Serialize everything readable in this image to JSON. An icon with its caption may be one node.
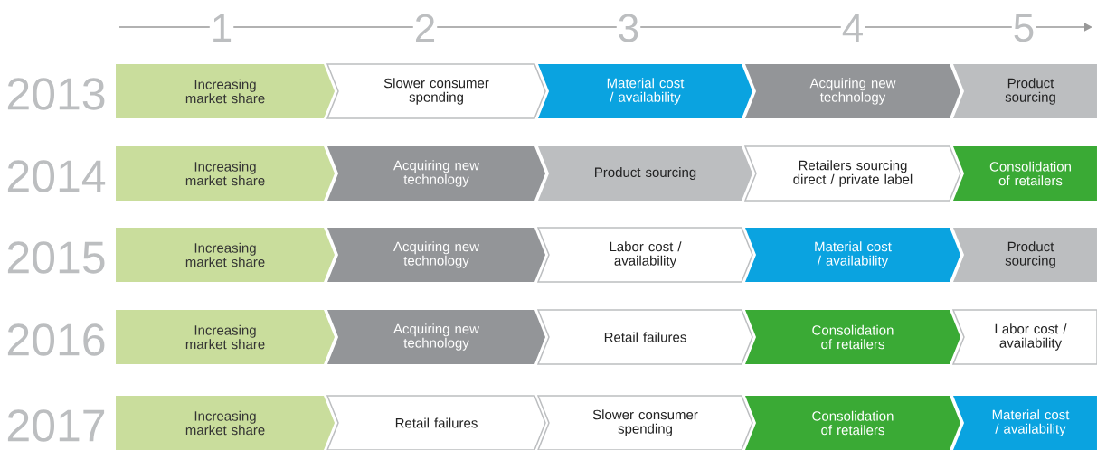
{
  "diagram": {
    "nodes": [
      {
        "text": [
          "Increasing market share"
        ]
      },
      {
        "text": [
          "Slower consumer spending"
        ]
      },
      {
        "text": [
          "Material cost / availability"
        ]
      },
      {
        "text": [
          "Acquiring new technology"
        ]
      },
      {
        "text": [
          "Product sourcing"
        ]
      },
      {
        "text": [
          "Increasing market share"
        ]
      },
      {
        "text": [
          "Acquiring new technology"
        ]
      },
      {
        "text": [
          "Product sourcing"
        ]
      },
      {
        "text": [
          "Retailers sourcing direct / private label"
        ]
      },
      {
        "text": [
          "Consolidation of retailers"
        ]
      },
      {
        "text": [
          "Increasing market share"
        ]
      },
      {
        "text": [
          "Acquiring new technology"
        ]
      },
      {
        "text": [
          "Labor cost / availability"
        ]
      },
      {
        "text": [
          "Material cost / availability"
        ]
      },
      {
        "text": [
          "Product sourcing"
        ]
      },
      {
        "text": [
          "Increasing market share"
        ]
      },
      {
        "text": [
          "Acquiring new technology"
        ]
      },
      {
        "text": [
          "Retail failures"
        ]
      },
      {
        "text": [
          "Consolidation of retailers"
        ]
      },
      {
        "text": [
          "Labor cost / availability"
        ]
      },
      {
        "text": [
          "Increasing market share"
        ]
      },
      {
        "text": [
          "Retail failures"
        ]
      },
      {
        "text": [
          "Slower consumer spending"
        ]
      },
      {
        "text": [
          "Consolidation of retailers"
        ]
      },
      {
        "text": [
          "Material cost / availability"
        ]
      }
    ],
    "labels": [
      "1",
      "2",
      "3",
      "4",
      "5",
      "2013",
      "2014",
      "2015",
      "2016",
      "2017"
    ]
  }
}
